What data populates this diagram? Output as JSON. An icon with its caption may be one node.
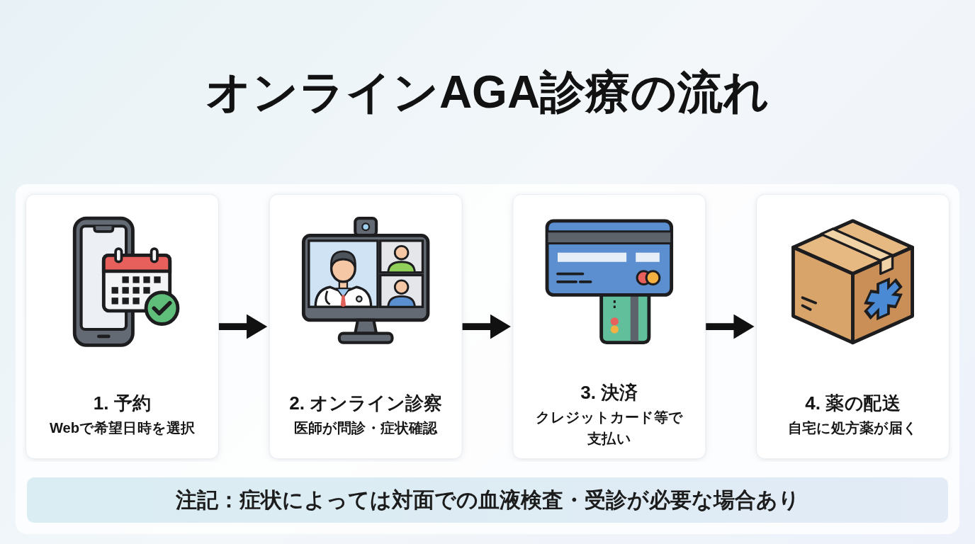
{
  "diagram": {
    "title": "オンラインAGA診療の流れ",
    "nodes": [
      {
        "text": [
          "1. 予約",
          "Webで希望日時を選択"
        ]
      },
      {
        "text": [
          "2. オンライン診察",
          "医師が問診・症状確認"
        ]
      },
      {
        "text": [
          "3. 決済",
          "クレジットカード等で支払い"
        ]
      },
      {
        "text": [
          "4. 薬の配送",
          "自宅に処方薬が届く"
        ]
      }
    ],
    "edges": [
      {
        "from": 0,
        "to": 1,
        "arrow": "to"
      },
      {
        "from": 1,
        "to": 2,
        "arrow": "to"
      },
      {
        "from": 2,
        "to": 3,
        "arrow": "to"
      }
    ],
    "labels": [
      "注記：症状によっては対面での血液検査・受診が必要な場合あり"
    ]
  }
}
